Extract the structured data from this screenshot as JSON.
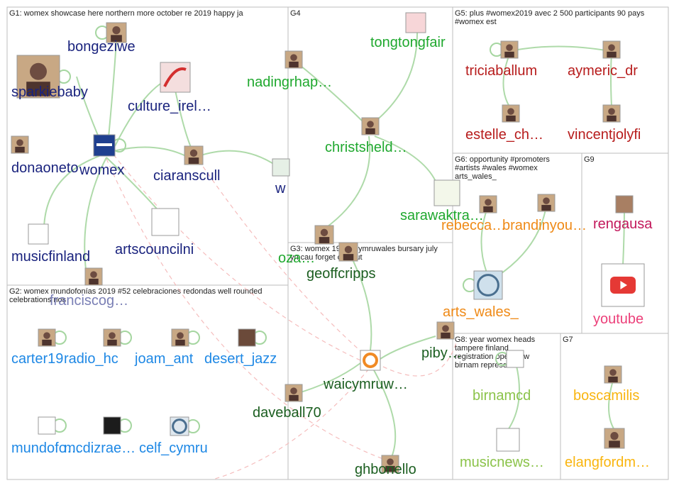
{
  "groups": [
    {
      "id": "G1",
      "title": "G1: womex showcase here northern more october re 2019 happy ja"
    },
    {
      "id": "G4",
      "title": "G4"
    },
    {
      "id": "G5",
      "title": "G5: plus #womex2019 avec 2 500 participants 90 pays #womex est"
    },
    {
      "id": "G6",
      "title": "G6: opportunity #promoters #artists #wales #womex arts_wales_"
    },
    {
      "id": "G9",
      "title": "G9"
    },
    {
      "id": "G3",
      "title": "G3: womex 19 waicymruwales bursary july yn cau forget call out"
    },
    {
      "id": "G2",
      "title": "G2: womex mundofonías 2019 #52 celebraciones redondas well rounded celebrations nos"
    },
    {
      "id": "G8",
      "title": "G8: year womex heads tampere finland registration open now birnam represented"
    },
    {
      "id": "G7",
      "title": "G7"
    }
  ],
  "colors": {
    "navy": "#1a237e",
    "green": "#1fa82e",
    "darkred": "#b71c1c",
    "orange": "#ef8a17",
    "magenta": "#c2185b",
    "darkgreen": "#1b5e20",
    "blue": "#1e88e5",
    "lime": "#8bc34a",
    "gold": "#f9b50f",
    "lavender": "#7a7fb5",
    "pink": "#ec407a",
    "edge": "#a5d6a0",
    "edge_dash": "#f4b6b6"
  },
  "nodes": [
    {
      "id": "bongeziwe",
      "label": "bongeziwe",
      "color": "navy",
      "icon": "person-photo"
    },
    {
      "id": "sparkiebaby",
      "label": "sparkiebaby",
      "color": "navy",
      "icon": "person-photo"
    },
    {
      "id": "culture_irel",
      "label": "culture_irel…",
      "color": "navy",
      "icon": "harp-logo"
    },
    {
      "id": "donaoneto",
      "label": "donaoneto",
      "color": "navy",
      "icon": "person-photo"
    },
    {
      "id": "womex",
      "label": "womex",
      "color": "navy",
      "icon": "womex-logo"
    },
    {
      "id": "ciaranscull",
      "label": "ciaranscull",
      "color": "navy",
      "icon": "person-photo"
    },
    {
      "id": "w",
      "label": "w",
      "color": "navy",
      "icon": "generic-avatar"
    },
    {
      "id": "musicfinland",
      "label": "musicfinland",
      "color": "navy",
      "icon": "music-finland-logo"
    },
    {
      "id": "artscouncilni",
      "label": "artscouncilni",
      "color": "navy",
      "icon": "arts-council-logo"
    },
    {
      "id": "franciscog",
      "label": "franciscog…",
      "color": "lavender",
      "icon": "person-photo"
    },
    {
      "id": "tongtongfair",
      "label": "tongtongfair",
      "color": "green",
      "icon": "tongtong-logo"
    },
    {
      "id": "nadingrhap",
      "label": "nadingrhap…",
      "color": "green",
      "icon": "person-photo"
    },
    {
      "id": "christsheld",
      "label": "christsheld…",
      "color": "green",
      "icon": "person-photo"
    },
    {
      "id": "sarawaktra",
      "label": "sarawaktra…",
      "color": "green",
      "icon": "sarawak-logo"
    },
    {
      "id": "ozae",
      "label": "oza…",
      "color": "green",
      "icon": "person-photo"
    },
    {
      "id": "triciaballum",
      "label": "triciaballum",
      "color": "darkred",
      "icon": "person-photo"
    },
    {
      "id": "aymeric_dr",
      "label": "aymeric_dr",
      "color": "darkred",
      "icon": "person-photo"
    },
    {
      "id": "estelle_ch",
      "label": "estelle_ch…",
      "color": "darkred",
      "icon": "person-photo"
    },
    {
      "id": "vincentjolyfi",
      "label": "vincentjolyfi",
      "color": "darkred",
      "icon": "person-photo"
    },
    {
      "id": "rebecca",
      "label": "rebecca…",
      "color": "orange",
      "icon": "person-photo"
    },
    {
      "id": "brandinyou",
      "label": "brandinyou…",
      "color": "orange",
      "icon": "person-photo"
    },
    {
      "id": "arts_wales_",
      "label": "arts_wales_",
      "color": "orange",
      "icon": "arts-wales-logo"
    },
    {
      "id": "rengausa",
      "label": "rengausa",
      "color": "magenta",
      "icon": "group-photo"
    },
    {
      "id": "youtube",
      "label": "youtube",
      "color": "pink",
      "icon": "youtube-logo"
    },
    {
      "id": "geoffcripps",
      "label": "geoffcripps",
      "color": "darkgreen",
      "icon": "person-photo"
    },
    {
      "id": "pibydd",
      "label": "piby…",
      "color": "darkgreen",
      "icon": "person-photo"
    },
    {
      "id": "waicymruw",
      "label": "waicymruw…",
      "color": "darkgreen",
      "icon": "wai-logo"
    },
    {
      "id": "daveball70",
      "label": "daveball70",
      "color": "darkgreen",
      "icon": "person-photo"
    },
    {
      "id": "ghbonello",
      "label": "ghbonello",
      "color": "darkgreen",
      "icon": "person-photo"
    },
    {
      "id": "carter19",
      "label": "carter19",
      "color": "blue",
      "icon": "person-photo"
    },
    {
      "id": "radio_hc",
      "label": "radio_hc",
      "color": "blue",
      "icon": "person-photo"
    },
    {
      "id": "joam_ant",
      "label": "joam_ant",
      "color": "blue",
      "icon": "person-photo"
    },
    {
      "id": "desert_jazz",
      "label": "desert_jazz",
      "color": "blue",
      "icon": "piano-photo"
    },
    {
      "id": "mundofo",
      "label": "mundofo…",
      "color": "blue",
      "icon": "music-note-logo"
    },
    {
      "id": "mcdizrae",
      "label": "mcdizrae…",
      "color": "blue",
      "icon": "dark-avatar"
    },
    {
      "id": "celf_cymru",
      "label": "celf_cymru",
      "color": "blue",
      "icon": "circle-logo"
    },
    {
      "id": "birnamcd",
      "label": "birnamcd",
      "color": "lime",
      "icon": "birnam-logo"
    },
    {
      "id": "musicnews",
      "label": "musicnews…",
      "color": "lime",
      "icon": "scotland-logo"
    },
    {
      "id": "boscamilis",
      "label": "boscamilis",
      "color": "gold",
      "icon": "person-photo"
    },
    {
      "id": "elangfordm",
      "label": "elangfordm…",
      "color": "gold",
      "icon": "person-photo"
    }
  ]
}
